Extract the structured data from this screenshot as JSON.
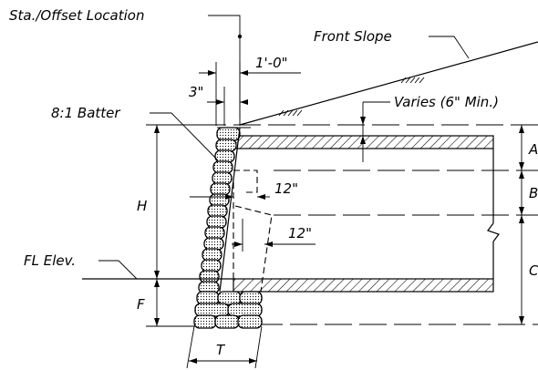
{
  "labels": {
    "sta_offset": "Sta./Offset Location",
    "front_slope": "Front Slope",
    "one_foot": "1'-0\"",
    "three_inch": "3\"",
    "batter": "8:1 Batter",
    "varies": "Varies (6\" Min.)",
    "h": "H",
    "a": "A",
    "b": "B",
    "c": "C",
    "f": "F",
    "t": "T",
    "twelve_upper": "12\"",
    "twelve_lower": "12\"",
    "fl_elev": "FL Elev."
  }
}
